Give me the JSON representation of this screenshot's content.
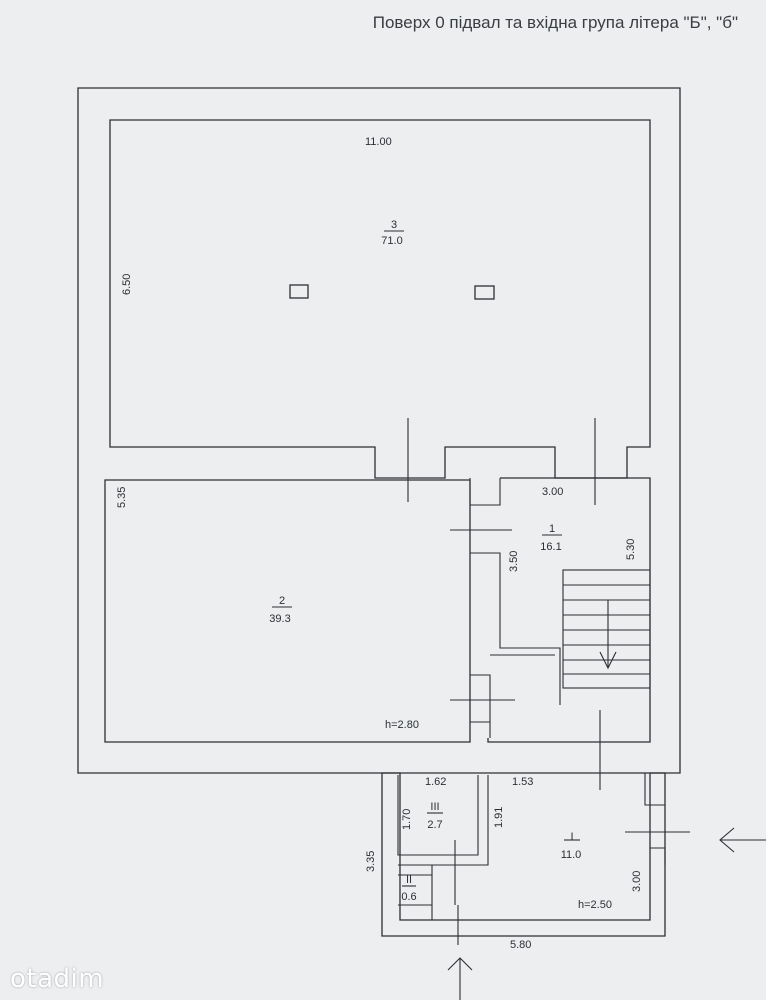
{
  "title": "Поверх 0 підвал та вхідна група літера \"Б\", \"б\"",
  "rooms": [
    {
      "number": "3",
      "area": "71.0"
    },
    {
      "number": "2",
      "area": "39.3"
    },
    {
      "number": "1",
      "area": "16.1"
    },
    {
      "number": "III",
      "area": "2.7"
    },
    {
      "number": "I",
      "area": "11.0"
    },
    {
      "number": "II",
      "area": "0.6"
    }
  ],
  "dimensions": {
    "top_width": "11.00",
    "room3_height": "6.50",
    "room2_height": "5.35",
    "room1_width": "3.00",
    "room1_height": "5.30",
    "corridor_height": "3.50",
    "room3_ceiling": "h=2.80",
    "vest_width_1": "1.62",
    "vest_width_2": "1.53",
    "vest_h1": "1.70",
    "vest_h2": "1.91",
    "vest_h3": "3.35",
    "vest_h4": "3.00",
    "vest_ceiling": "h=2.50",
    "bottom_width": "5.80"
  },
  "watermark": "otadim"
}
